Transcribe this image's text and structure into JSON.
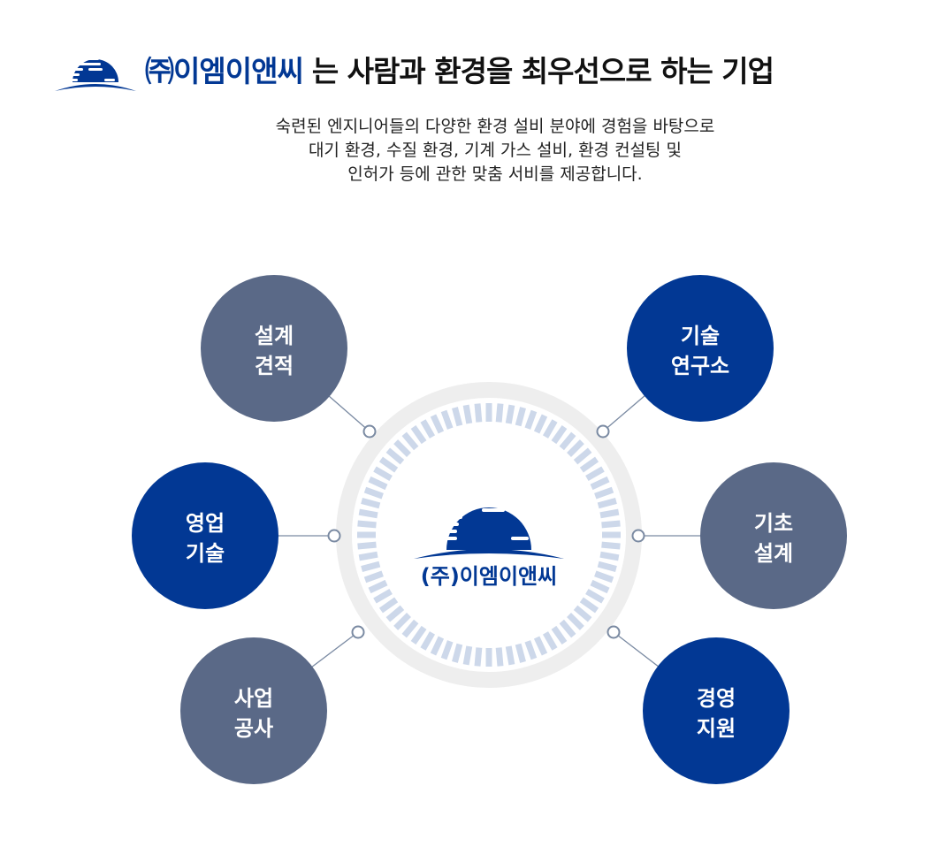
{
  "header": {
    "brand": "㈜이엠이앤씨",
    "tagline": "는 사람과 환경을 최우선으로 하는 기업"
  },
  "description": [
    "숙련된 엔지니어들의 다양한 환경 설비 분야에 경험을 바탕으로",
    "대기 환경, 수질 환경, 기계 가스 설비, 환경 컨설팅 및",
    "인허가 등에 관한 맞춤 서비를 제공합니다."
  ],
  "center_logo": {
    "text": "(주)이엠이앤씨"
  },
  "nodes": [
    {
      "line1": "설계",
      "line2": "견적",
      "color": "#5a6987"
    },
    {
      "line1": "기술",
      "line2": "연구소",
      "color": "#023894"
    },
    {
      "line1": "영업",
      "line2": "기술",
      "color": "#023894"
    },
    {
      "line1": "기초",
      "line2": "설계",
      "color": "#5a6987"
    },
    {
      "line1": "사업",
      "line2": "공사",
      "color": "#5a6987"
    },
    {
      "line1": "경영",
      "line2": "지원",
      "color": "#023894"
    }
  ],
  "colors": {
    "navy": "#023894",
    "slate": "#5a6987",
    "ring": "#eeeeee",
    "ticks": "#cdd8ea",
    "connector": "#7a8aa2"
  }
}
